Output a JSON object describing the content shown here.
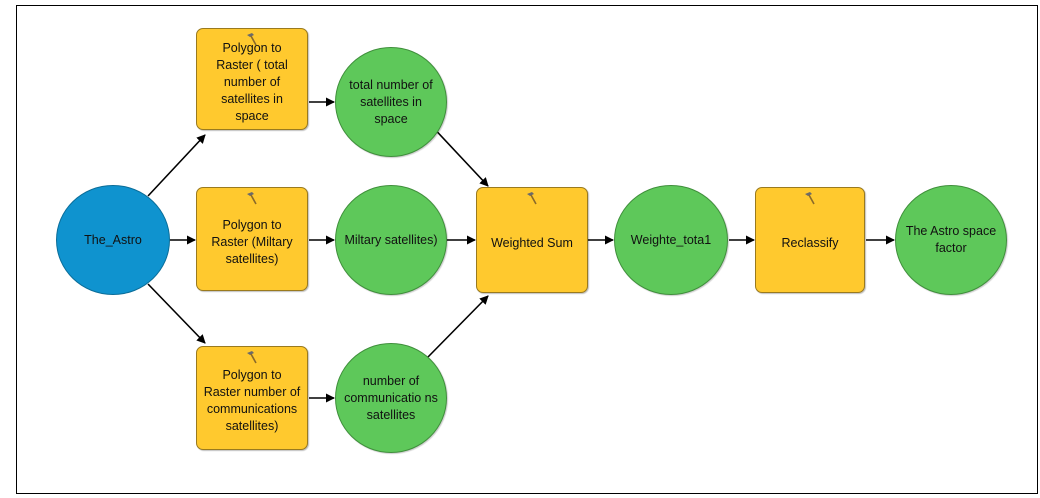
{
  "nodes": {
    "the_astro": "The_Astro",
    "poly_total": "Polygon to Raster ( total number of satellites in space",
    "poly_military": "Polygon to Raster (Miltary satellites)",
    "poly_comms": "Polygon to Raster number of communications satellites)",
    "out_total": "total number of satellites in space",
    "out_military": "Miltary satellites)",
    "out_comms": "number of communicatio ns satellites",
    "weighted_sum": "Weighted Sum",
    "weighted_out": "Weighte_tota1",
    "reclassify": "Reclassify",
    "final_out": "The Astro space factor"
  },
  "colors": {
    "tool": "#ffc92e",
    "derived_data": "#5ec85a",
    "input_data": "#0f93cf"
  },
  "icons": {
    "tool_icon": "hammer-icon"
  }
}
